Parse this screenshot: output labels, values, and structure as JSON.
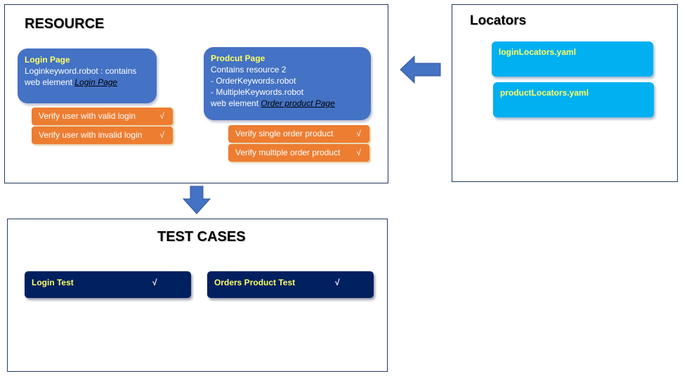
{
  "resource": {
    "title": "RESOURCE",
    "login_page": {
      "title": "Login Page",
      "line1": "Loginkeyword.robot : contains",
      "line2_prefix": "web element ",
      "line2_link": "Login Page"
    },
    "product_page": {
      "title": "Prodcut Page",
      "line1": "Contains resource 2",
      "line2": "- OrderKeywords.robot",
      "line3": "- MultipleKeywords.robot",
      "line4_prefix": "web element ",
      "line4_link": "Order product Page"
    },
    "login_tests": [
      {
        "label": "Verify  user with valid login",
        "check": "√"
      },
      {
        "label": "Verify  user with invalid login",
        "check": "√"
      }
    ],
    "product_tests": [
      {
        "label": "Verify single order product",
        "check": "√"
      },
      {
        "label": "Verify multiple order product",
        "check": "√"
      }
    ]
  },
  "locators": {
    "title": "Locators",
    "files": [
      "loginLocators.yaml",
      "productLocators.yaml"
    ]
  },
  "test_cases": {
    "title": "TEST CASES",
    "items": [
      {
        "label": "Login Test",
        "check": "√"
      },
      {
        "label": "Orders Product Test",
        "check": "√"
      }
    ]
  },
  "colors": {
    "blue_card": "#4472c4",
    "orange_pill": "#ed7d31",
    "cyan_card": "#00b0f0",
    "navy_card": "#002060",
    "title_yellow": "#ffff66",
    "panel_border": "#1f3a5f"
  }
}
